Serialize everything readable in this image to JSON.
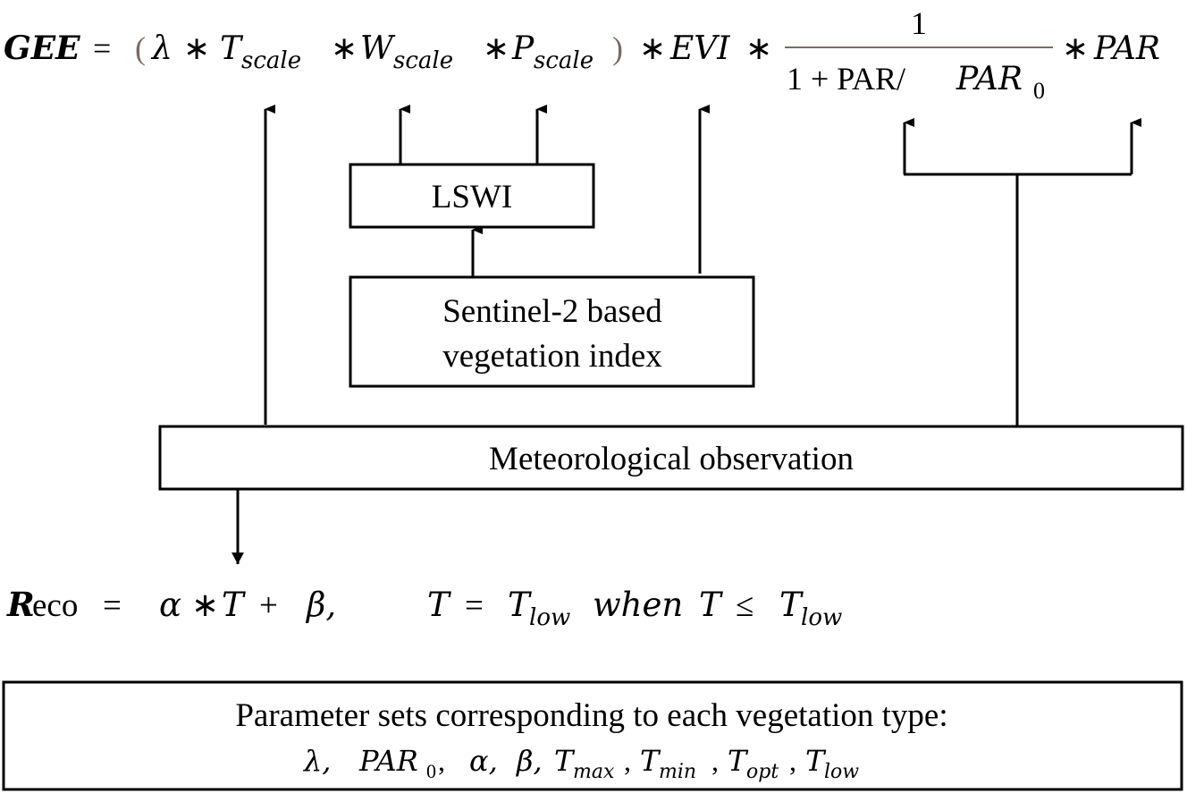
{
  "gee_equation": {
    "lhs": "GEE",
    "equals": "=",
    "open_paren": "(",
    "lambda": "λ",
    "star": "∗",
    "T": "T",
    "T_sub": "scale",
    "W": "W",
    "W_sub": "scale",
    "P": "P",
    "P_sub": "scale",
    "close_paren": ")",
    "evi": "EVI",
    "frac_numerator": "1",
    "frac_denominator_prefix": "1 + PAR/",
    "frac_denominator_par": "PAR",
    "frac_denominator_sub": "0",
    "par": "PAR"
  },
  "boxes": {
    "lswi": "LSWI",
    "sentinel_line1": "Sentinel-2 based",
    "sentinel_line2": "vegetation index",
    "meteorological": "Meteorological observation",
    "parameters_line1": "Parameter sets corresponding to each vegetation type:"
  },
  "reco_equation": {
    "R": "R",
    "eco": "eco",
    "equals": "=",
    "alpha": "α",
    "star": "∗",
    "T": "T",
    "plus": "+",
    "beta": "β,",
    "T2": "T",
    "equals2": "=",
    "T_low": "T",
    "low_sub": "low",
    "when": "when",
    "T3": "T",
    "leq": "≤",
    "T_low2": "T",
    "low_sub2": "low"
  },
  "parameter_list": {
    "lambda": "λ,",
    "par": "PAR",
    "par_sub": "0",
    "comma1": ",",
    "alpha": "α,",
    "beta": "β,",
    "T_max": "T",
    "max_sub": "max",
    "comma2": ",",
    "T_min": "T",
    "min_sub": "min",
    "comma3": ",",
    "T_opt": "T",
    "opt_sub": "opt",
    "comma4": ",",
    "T_low": "T",
    "low_sub": "low"
  },
  "colors": {
    "stroke": "#000000",
    "paren": "#7a6a64"
  }
}
